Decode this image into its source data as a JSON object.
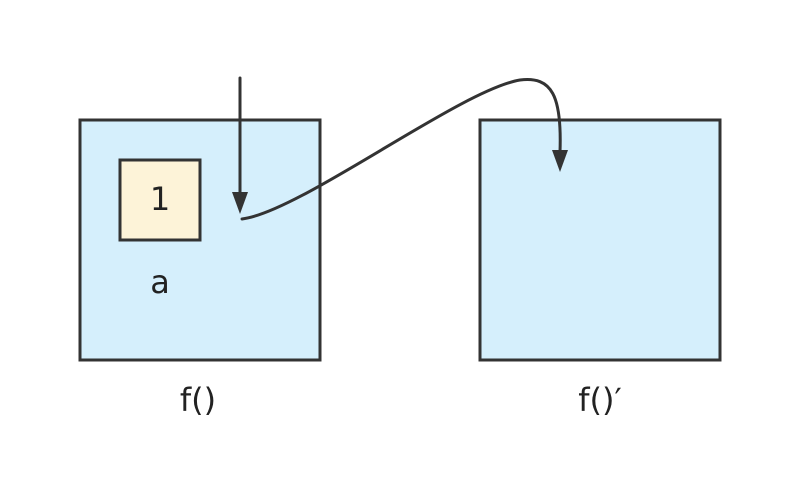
{
  "colors": {
    "frame_fill": "#d5effc",
    "cell_fill": "#fdf3d8",
    "stroke": "#333333"
  },
  "frames": [
    {
      "id": "left",
      "label": "f()",
      "cell": {
        "value": "1",
        "variable": "a"
      }
    },
    {
      "id": "right",
      "label": "f()′"
    }
  ]
}
